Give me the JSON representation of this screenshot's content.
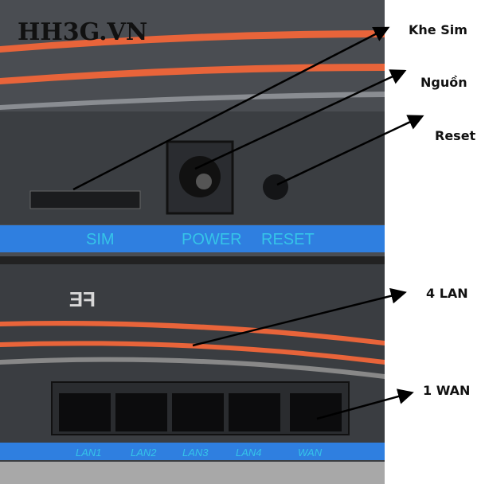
{
  "watermark": "HH3G.VN",
  "top_panel": {
    "labels": [
      "SIM",
      "POWER",
      "RESET"
    ]
  },
  "bottom_panel": {
    "brand_logo": "FE",
    "ports": [
      "LAN1",
      "LAN2",
      "LAN3",
      "LAN4",
      "WAN"
    ]
  },
  "callouts": {
    "sim": "Khe Sim",
    "power": "Nguồn",
    "reset": "Reset",
    "lan": "4 LAN",
    "wan": "1 WAN"
  },
  "colors": {
    "stripe": "#e8643a",
    "band": "#2f7fe0",
    "body": "#3a3d41"
  }
}
